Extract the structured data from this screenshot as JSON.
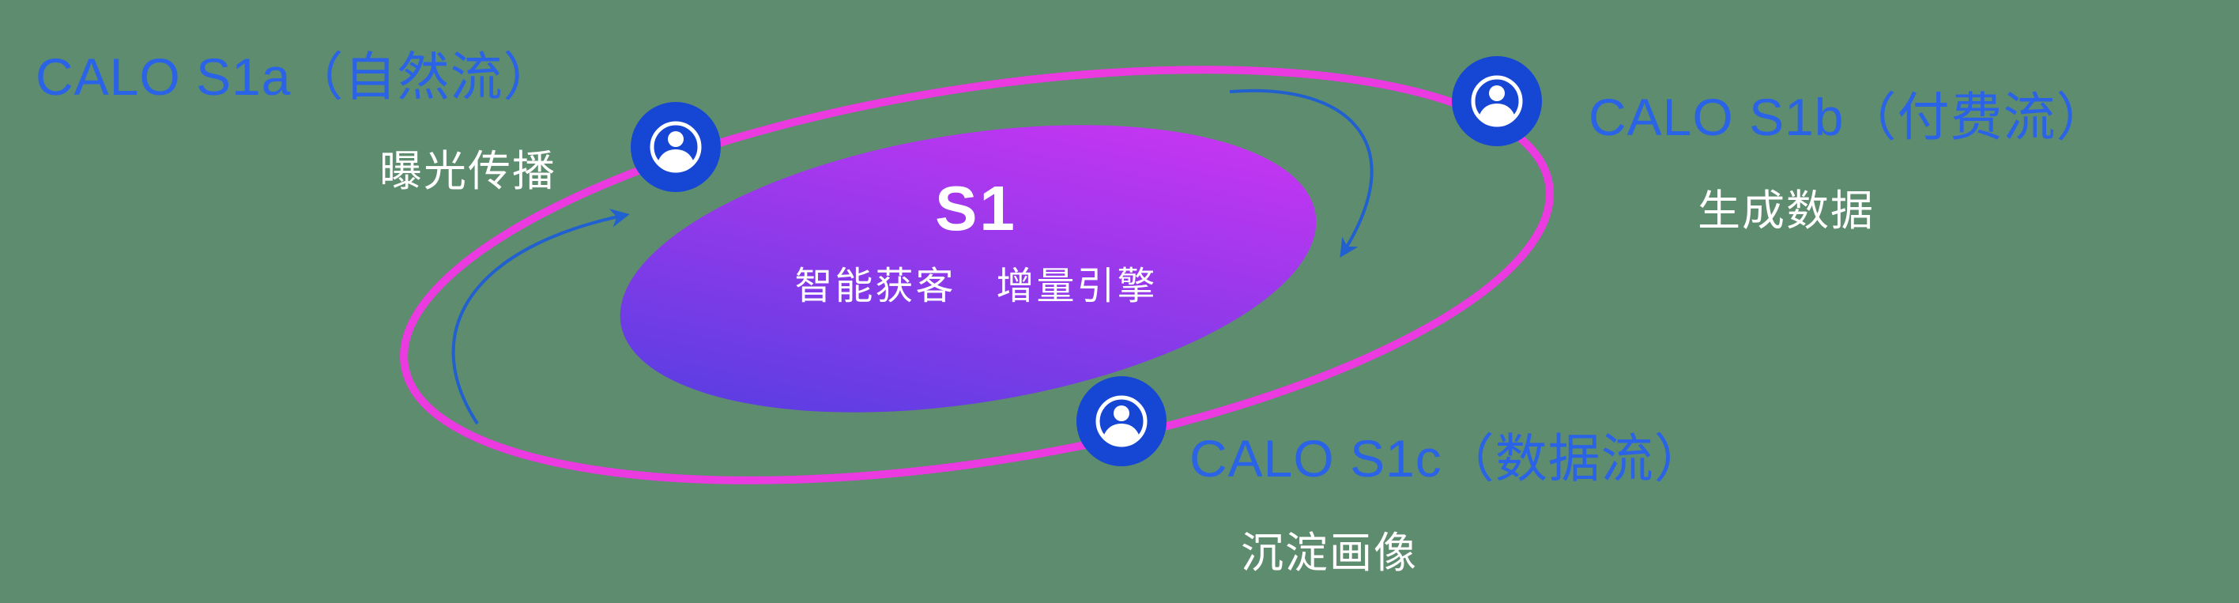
{
  "colors": {
    "bg": "#5e8c6e",
    "label_blue": "#2a63e6",
    "ring_pink": "#ea3ae0",
    "icon_blue": "#1646d4",
    "gradient_start": "#4a3fe0",
    "gradient_end": "#d834f4",
    "arrow_blue": "#2160cf"
  },
  "core": {
    "title": "S1",
    "subtitle": "智能获客　增量引擎"
  },
  "nodes": [
    {
      "id": "s1a",
      "title": "CALO S1a（自然流）",
      "subtitle": "曝光传播"
    },
    {
      "id": "s1b",
      "title": "CALO S1b（付费流）",
      "subtitle": "生成数据"
    },
    {
      "id": "s1c",
      "title": "CALO S1c（数据流）",
      "subtitle": "沉淀画像"
    }
  ]
}
